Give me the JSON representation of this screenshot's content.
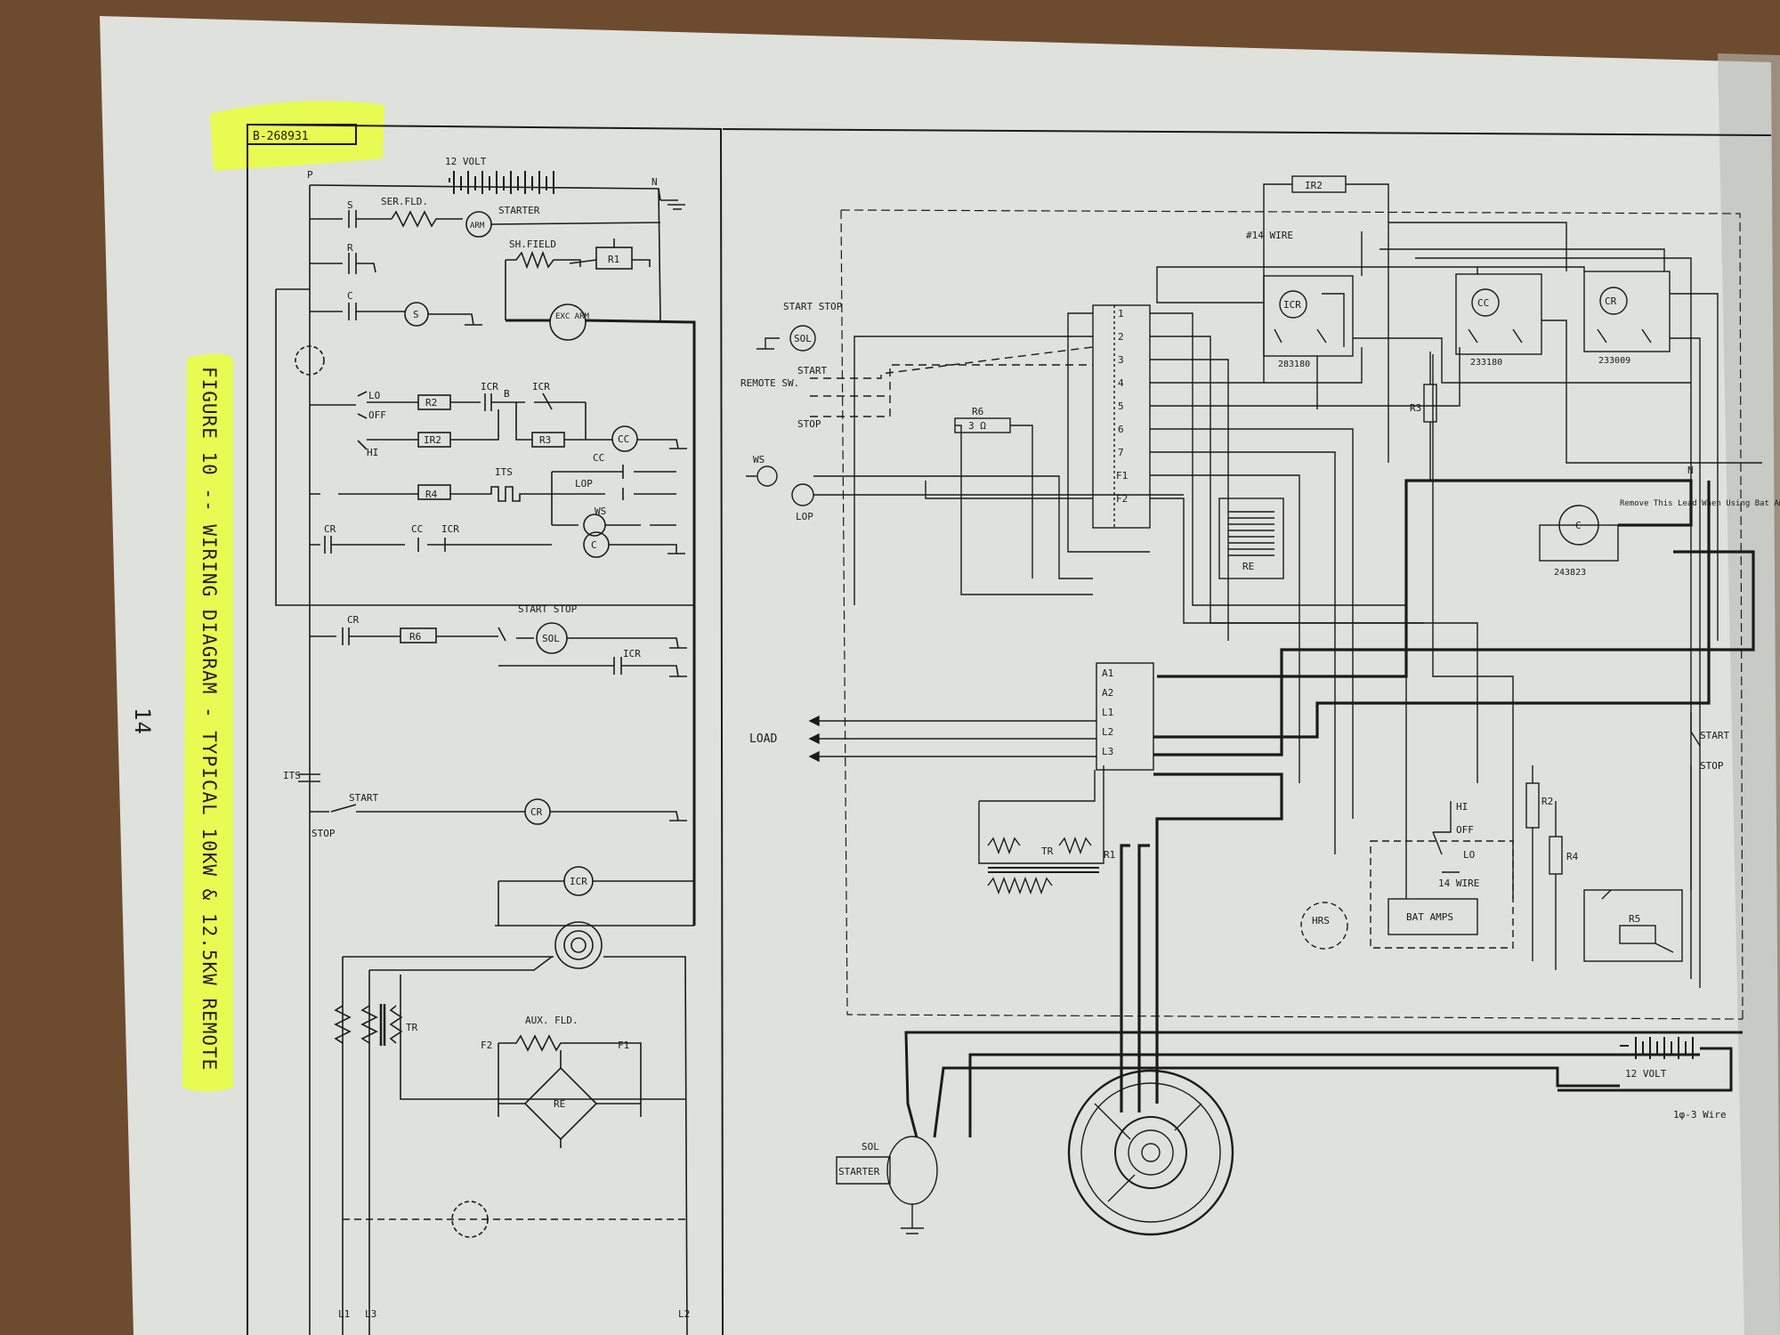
{
  "document": {
    "drawing_number": "B-268931",
    "figure_caption": "FIGURE 10 -- WIRING DIAGRAM - TYPICAL 10KW & 12.5KW REMOTE",
    "page_number": "14",
    "highlight_color": "#eaff3a",
    "paper_color": "#dfe1dc",
    "ink_color": "#1b1b1b"
  },
  "schematic": {
    "battery": "12 VOLT",
    "p": "P",
    "n": "N",
    "s": "S",
    "r": "R",
    "c": "C",
    "ser_fld": "SER.FLD.",
    "starter": "STARTER",
    "arm": "ARM",
    "sh_field": "SH.FIELD",
    "r1": "R1",
    "exc_arm": "EXC ARM",
    "s_coil": "S",
    "lo": "LO",
    "off": "OFF",
    "hi": "HI",
    "r2": "R2",
    "ir2": "IR2",
    "icr": "ICR",
    "b": "B",
    "r3": "R3",
    "cc": "CC",
    "its": "ITS",
    "r4": "R4",
    "lop": "LOP",
    "ws": "WS",
    "cr": "CR",
    "start_stop": "START STOP",
    "r6": "R6",
    "sol": "SOL",
    "start": "START",
    "stop": "STOP",
    "tr": "TR",
    "aux_fld": "AUX. FLD.",
    "f2": "F2",
    "f1": "F1",
    "re": "RE",
    "l1": "L1",
    "l3": "L3",
    "l2": "L2"
  },
  "wiring": {
    "ir2": "IR2",
    "wire14_top": "#14 WIRE",
    "start_stop": "START STOP",
    "sol": "SOL",
    "remote_sw": "REMOTE SW.",
    "start": "START",
    "stop": "STOP",
    "ws": "WS",
    "lop": "LOP",
    "r6": "R6",
    "r6_value": "3 Ω",
    "icr": "ICR",
    "cc": "CC",
    "cr": "CR",
    "part_icr": "283180",
    "part_cc": "233180",
    "part_cr": "233009",
    "r3": "R3",
    "terminals": [
      "1",
      "2",
      "3",
      "4",
      "5",
      "6",
      "7",
      "F1",
      "F2"
    ],
    "re": "RE",
    "n": "N",
    "c": "C",
    "note": "Remove This Lead When Using Bat Amp",
    "part_c": "243823",
    "load_terminals": [
      "A1",
      "A2",
      "L1",
      "L2",
      "L3"
    ],
    "load": "LOAD",
    "start2": "START",
    "stop2": "STOP",
    "r2": "R2",
    "r4": "R4",
    "hi": "HI",
    "off": "OFF",
    "lo": "LO",
    "wire14_bottom": "14 WIRE",
    "bat_amps": "BAT AMPS",
    "hrs": "HRS",
    "r5": "R5",
    "tr": "TR",
    "r1": "R1",
    "sol2": "SOL",
    "starter": "STARTER",
    "battery": "12 VOLT",
    "wire_note": "1φ-3 Wire"
  }
}
